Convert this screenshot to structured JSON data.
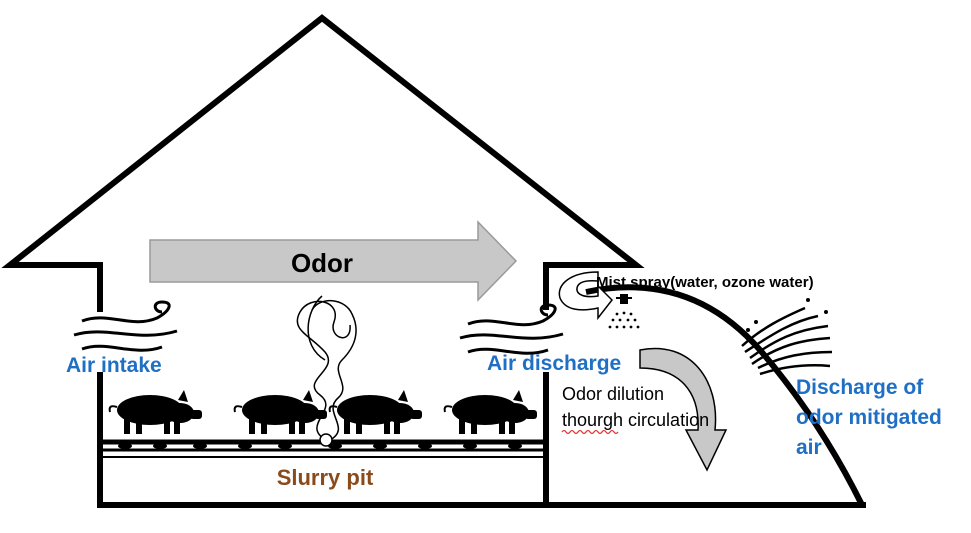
{
  "labels": {
    "odor": "Odor",
    "mist_spray": "Mist spray(water, ozone water)",
    "air_intake": "Air intake",
    "air_discharge": "Air discharge",
    "odor_dilution_1": "Odor dilution",
    "odor_dilution_2": "thourgh circulation",
    "discharge_1": "Discharge of",
    "discharge_2": "odor mitigated",
    "discharge_3": "air",
    "slurry_pit": "Slurry pit"
  },
  "colors": {
    "outline": "#000000",
    "label_blue": "#1f6fc5",
    "label_brown": "#8a4b1c",
    "arrow_fill": "#c8c8c8",
    "arrow_stroke": "#9a9a9a",
    "squiggle_red": "#e03030"
  },
  "icons": [
    "pig-icon",
    "wind-icon",
    "odor-smoke-icon",
    "spray-nozzle-icon",
    "circulation-arrow-icon"
  ]
}
